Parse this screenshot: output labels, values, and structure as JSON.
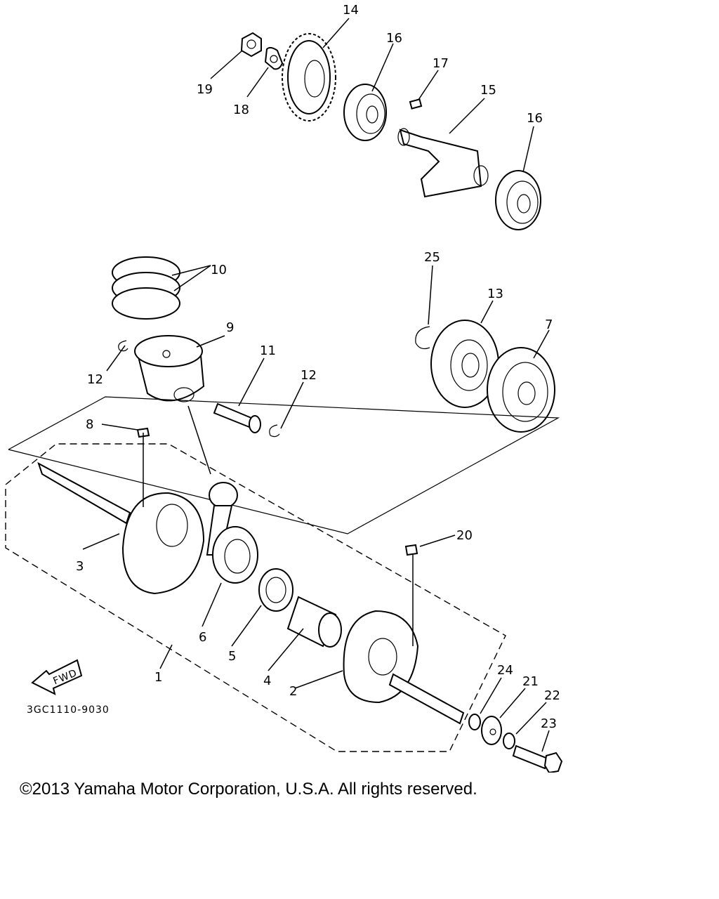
{
  "diagram": {
    "part_numbers": [
      "1",
      "2",
      "3",
      "4",
      "5",
      "6",
      "7",
      "8",
      "9",
      "10",
      "11",
      "12",
      "12",
      "13",
      "14",
      "15",
      "16",
      "16",
      "17",
      "18",
      "19",
      "20",
      "21",
      "22",
      "23",
      "24",
      "25"
    ],
    "fwd_label": "FWD",
    "drawing_code": "3GC1110-9030"
  },
  "footer": {
    "copyright": "©2013 Yamaha Motor Corporation, U.S.A. All rights reserved."
  }
}
